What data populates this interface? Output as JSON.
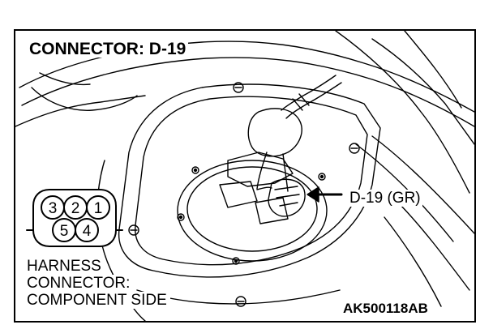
{
  "title": "CONNECTOR: D-19",
  "callout_label": "D-19 (GR)",
  "harness_label": {
    "line1": "HARNESS",
    "line2": "CONNECTOR:",
    "line3": "COMPONENT SIDE"
  },
  "connector_pins": {
    "top_row": [
      "3",
      "2",
      "1"
    ],
    "bottom_row": [
      "5",
      "4"
    ]
  },
  "figure_code": "AK500118AB"
}
